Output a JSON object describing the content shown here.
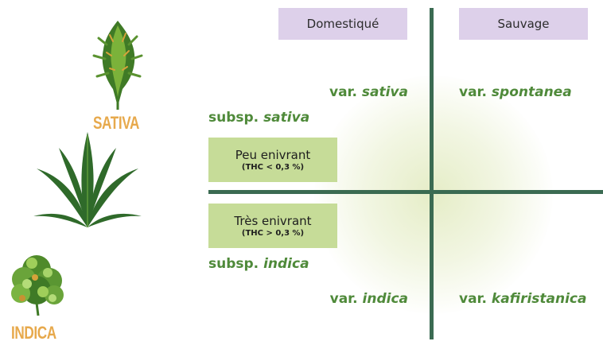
{
  "headers": {
    "domesticated": "Domestiqué",
    "wild": "Sauvage"
  },
  "varieties": {
    "sativa": {
      "prefix": "var.",
      "name": "sativa"
    },
    "spontanea": {
      "prefix": "var.",
      "name": "spontanea"
    },
    "indica": {
      "prefix": "var.",
      "name": "indica"
    },
    "kafiristanica": {
      "prefix": "var.",
      "name": "kafiristanica"
    }
  },
  "subspecies": {
    "sativa": {
      "prefix": "subsp.",
      "name": "sativa"
    },
    "indica": {
      "prefix": "subsp.",
      "name": "indica"
    }
  },
  "boxes": {
    "low": {
      "title": "Peu enivrant",
      "detail": "(THC < 0,3 %)"
    },
    "high": {
      "title": "Très enivrant",
      "detail": "(THC > 0,3 %)"
    }
  },
  "plant_tags": {
    "sativa": "SATIVA",
    "indica": "INDICA"
  },
  "icons": [
    "sativa-bud-icon",
    "cannabis-leaf-icon",
    "indica-bud-icon"
  ],
  "colors": {
    "axis": "#3b6b52",
    "header_bg": "#ddd0ea",
    "box_bg": "#c6dc98",
    "variety_text": "#4f8a3a",
    "tag_text": "#e7a94c"
  }
}
